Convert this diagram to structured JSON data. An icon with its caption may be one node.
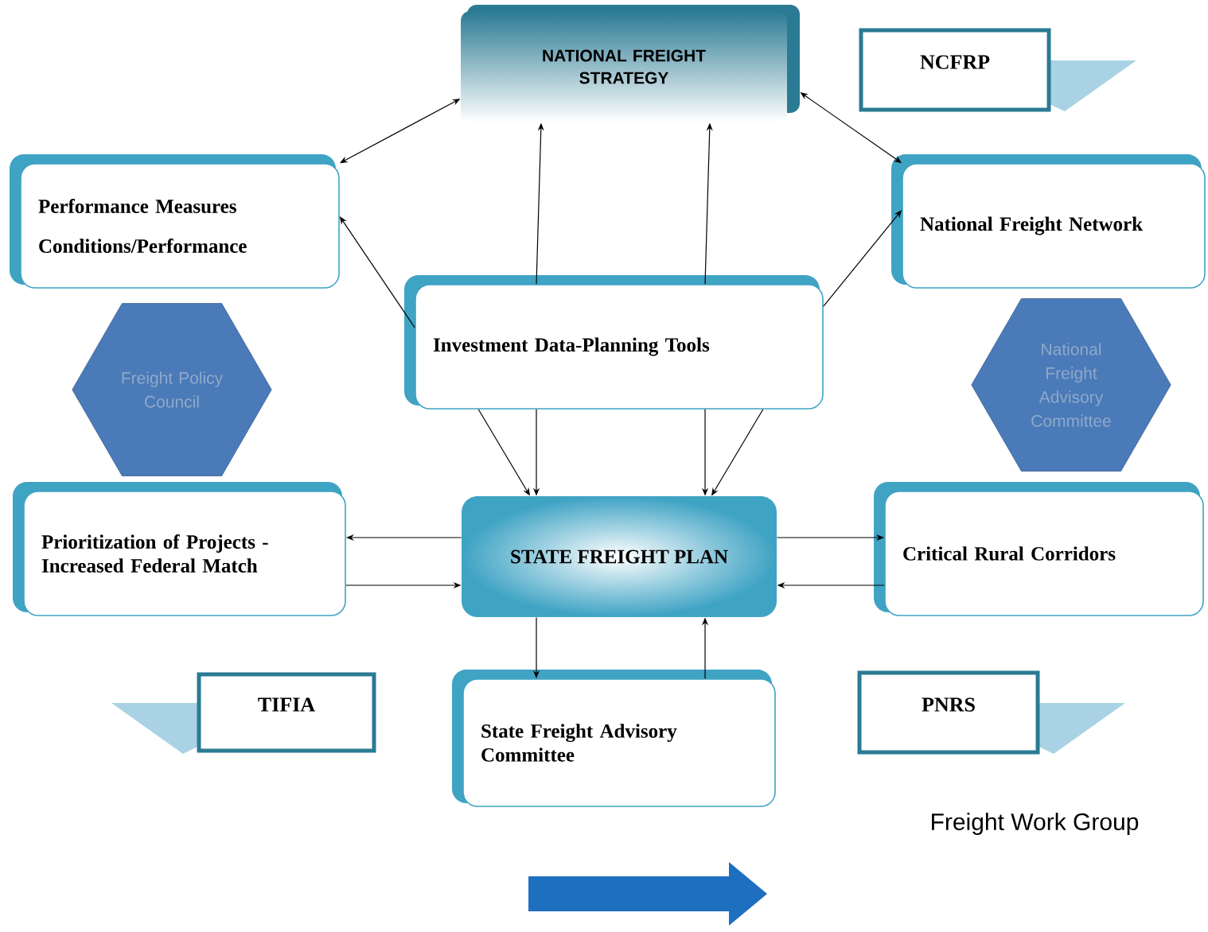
{
  "diagram": {
    "nodes": [
      {
        "text": [
          "NATIONAL FREIGHT STRATEGY"
        ]
      },
      {
        "text": [
          "NCFRP"
        ]
      },
      {
        "text": [
          "Performance Measures",
          "Conditions/Performance"
        ]
      },
      {
        "text": [
          "National Freight Network"
        ]
      },
      {
        "text": [
          "Investment Data-Planning Tools"
        ]
      },
      {
        "text": [
          "Freight Policy Council"
        ]
      },
      {
        "text": [
          "National Freight Advisory Committee"
        ]
      },
      {
        "text": [
          "Prioritization of Projects -Increased Federal Match"
        ]
      },
      {
        "text": [
          "STATE FREIGHT PLAN"
        ]
      },
      {
        "text": [
          "Critical Rural Corridors"
        ]
      },
      {
        "text": [
          "TIFIA"
        ]
      },
      {
        "text": [
          "State Freight Advisory Committee"
        ]
      },
      {
        "text": [
          "PNRS"
        ]
      }
    ],
    "edges": [
      {
        "from": 0,
        "to": 2,
        "arrow": "both"
      },
      {
        "from": 4,
        "to": 2,
        "arrow": "to"
      },
      {
        "from": 4,
        "to": 0,
        "arrow": "to"
      },
      {
        "from": 4,
        "to": 0,
        "arrow": "to"
      },
      {
        "from": 4,
        "to": 3,
        "arrow": "to"
      },
      {
        "from": 0,
        "to": 3,
        "arrow": "both"
      },
      {
        "from": 4,
        "to": 8,
        "arrow": "to"
      },
      {
        "from": 4,
        "to": 8,
        "arrow": "to"
      },
      {
        "from": 4,
        "to": 8,
        "arrow": "to"
      },
      {
        "from": 4,
        "to": 8,
        "arrow": "to"
      },
      {
        "from": 8,
        "to": 7,
        "arrow": "to"
      },
      {
        "from": 7,
        "to": 8,
        "arrow": "to"
      },
      {
        "from": 8,
        "to": 9,
        "arrow": "to"
      },
      {
        "from": 9,
        "to": 8,
        "arrow": "to"
      },
      {
        "from": 8,
        "to": 11,
        "arrow": "to"
      },
      {
        "from": 11,
        "to": 8,
        "arrow": "to"
      }
    ],
    "labels": [
      "Freight Work Group"
    ]
  }
}
